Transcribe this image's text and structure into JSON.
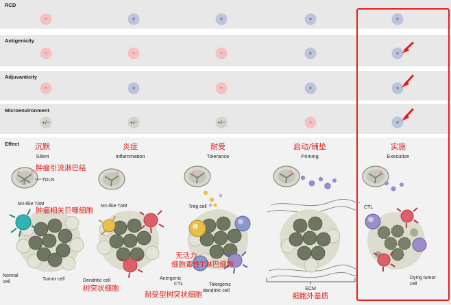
{
  "rows": [
    {
      "label": "RCD",
      "values": [
        "−",
        "+",
        "+",
        "+",
        "+"
      ]
    },
    {
      "label": "Antigenicity",
      "values": [
        "−",
        "−",
        "−",
        "+",
        "+"
      ]
    },
    {
      "label": "Adjuvanticity",
      "values": [
        "−",
        "+",
        "−",
        "+",
        "+"
      ]
    },
    {
      "label": "Microenvironment",
      "values": [
        "+/−",
        "+/−",
        "+/−",
        "−",
        "+"
      ]
    }
  ],
  "effect": {
    "label": "Effect",
    "columns": [
      {
        "zh": "沉默",
        "en": "Silent"
      },
      {
        "zh": "炎症",
        "en": "Inflammation"
      },
      {
        "zh": "耐受",
        "en": "Tolerance"
      },
      {
        "zh": "启动/铺垫",
        "en": "Priming"
      },
      {
        "zh": "实施",
        "en": "Execution"
      }
    ],
    "labels": {
      "tdln": "TDLN",
      "m2_tam": "M2-like TAM",
      "m1_tam": "M1-like TAM",
      "normal_cell": "Normal",
      "normal_cell_2": "cell",
      "tumor_cell": "Tumor cell",
      "dendritic_cell": "Dendritic cell",
      "treg": "Treg cell",
      "anergic_ctl": "Anergenic",
      "anergic_ctl_2": "CTL",
      "tolerogenic_dc": "Tolergenic",
      "tolerogenic_dc_2": "dendritic cell",
      "ecm": "ECM",
      "ctl": "CTL",
      "dying_tumor": "Dying tumor",
      "dying_tumor_2": "cell"
    }
  },
  "annotations": {
    "tdln": "肿瘤引流淋巴结",
    "tam": "肿瘤相关巨噬细胞",
    "anergic": "无活力",
    "ctl": "细胞毒性T淋巴细胞",
    "dc": "树突状细胞",
    "tolerogenic_dc": "耐受型树突状细胞",
    "ecm": "细胞外基质"
  },
  "colors": {
    "positive": "#bcc3dc",
    "negative": "#f6c0c0",
    "neutral": "#d3d3c9",
    "highlight": "#e41e1e"
  }
}
